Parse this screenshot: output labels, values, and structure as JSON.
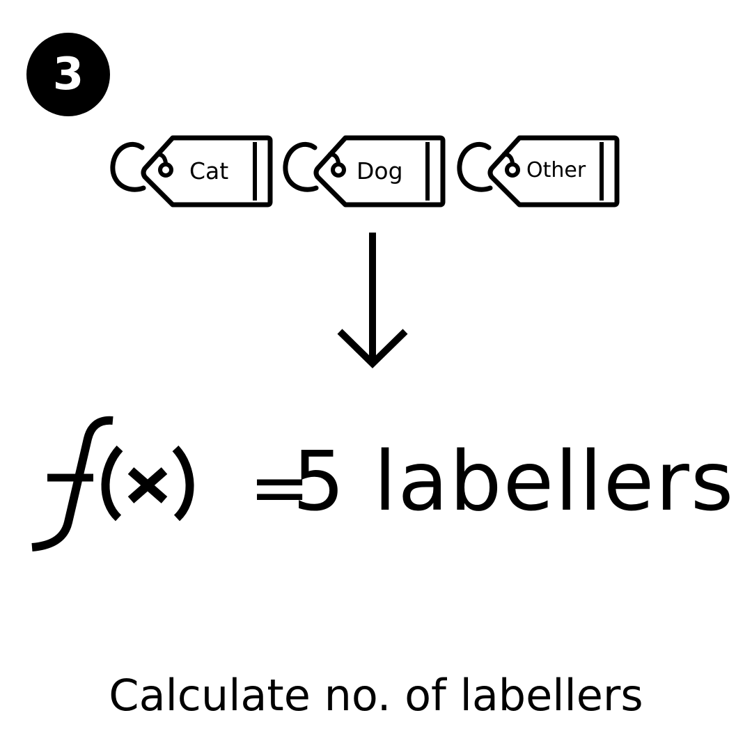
{
  "step": {
    "number": "3"
  },
  "tags": [
    {
      "label": "Cat",
      "icon": "tag-icon"
    },
    {
      "label": "Dog",
      "icon": "tag-icon"
    },
    {
      "label": "Other",
      "icon": "tag-icon"
    }
  ],
  "arrow": {
    "icon": "arrow-down-icon"
  },
  "formula": {
    "icon": "function-fx-icon",
    "equals": "=",
    "result": "5 labellers"
  },
  "caption": {
    "text": "Calculate no. of labellers"
  }
}
